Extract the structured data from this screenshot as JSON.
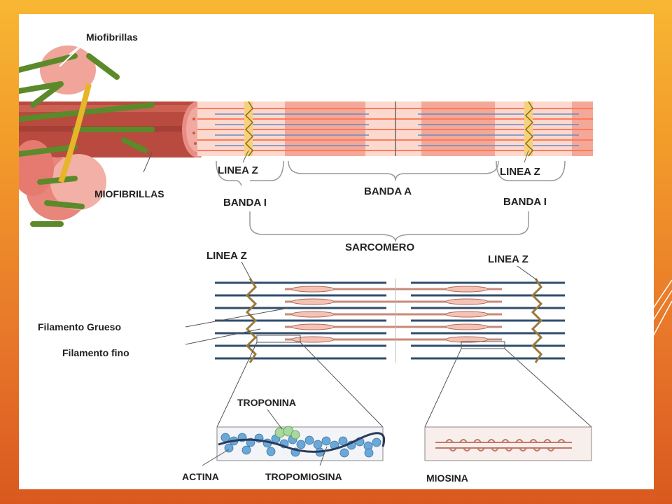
{
  "labels": {
    "miofibrillas_small": "Miofibrillas",
    "miofibrillas_caps": "MIOFIBRILLAS",
    "linea_z_left": "LINEA Z",
    "linea_z_right": "LINEA Z",
    "banda_i_left": "BANDA I",
    "banda_i_right": "BANDA I",
    "banda_a": "BANDA A",
    "sarcomero": "SARCOMERO",
    "linea_z_bottom_left": "LINEA Z",
    "linea_z_bottom_right": "LINEA Z",
    "filamento_grueso": "Filamento Grueso",
    "filamento_fino": "Filamento fino",
    "troponina": "TROPONINA",
    "actina": "ACTINA",
    "tropomiosina": "TROPOMIOSINA",
    "miosina": "MIOSINA"
  },
  "colors": {
    "muscle": "#c0504d",
    "pink": "#f4b6a6",
    "green": "#5c8a2a",
    "actin_blue": "#4a90c8",
    "thick_filament": "#c78a7a",
    "thin_filament": "#2f4e6e"
  }
}
